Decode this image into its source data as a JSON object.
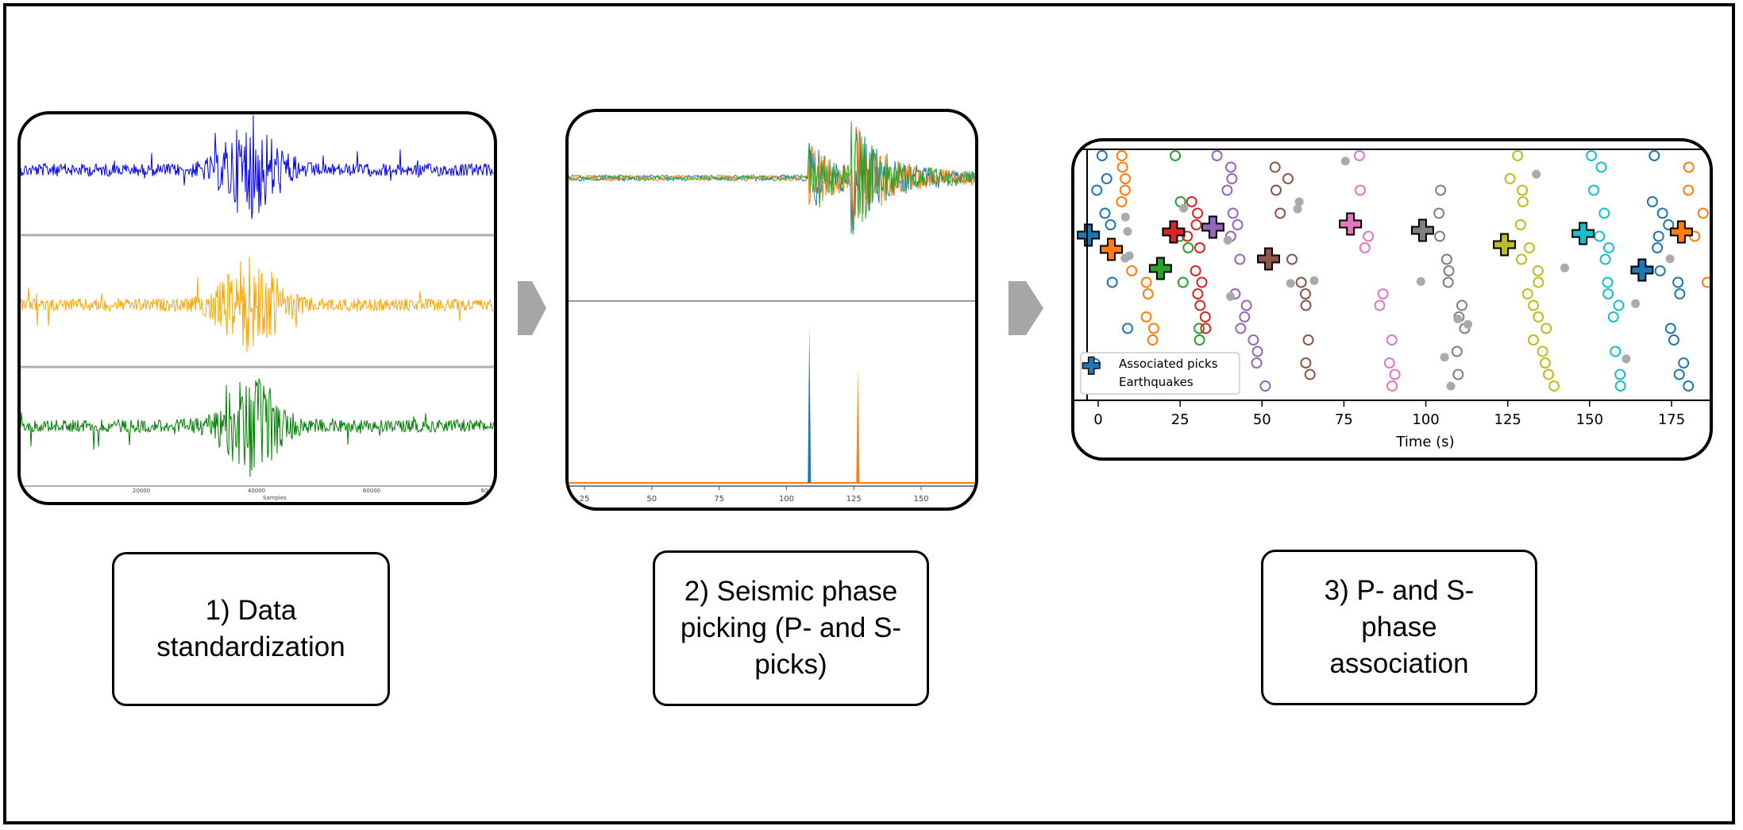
{
  "panels": {
    "standardization": {
      "x_axis_label": "Samples",
      "x_ticks": [
        "20000",
        "40000",
        "60000",
        "80"
      ],
      "trace_colors": [
        "#0000ff",
        "#ffa500",
        "#008000"
      ]
    },
    "picking": {
      "x_ticks": [
        "25",
        "50",
        "75",
        "100",
        "125",
        "150"
      ],
      "trace_colors": [
        "#1f77b4",
        "#ff7f0e",
        "#2ca02c"
      ],
      "pick_colors": [
        "#1f77b4",
        "#ff7f0e"
      ]
    },
    "association": {
      "x_axis_label": "Time (s)",
      "x_ticks": [
        "0",
        "25",
        "50",
        "75",
        "100",
        "125",
        "150",
        "175"
      ],
      "legend": {
        "picks_label": "Associated picks",
        "quakes_label": "Earthquakes"
      },
      "event_colors": [
        "#1f77b4",
        "#ff7f0e",
        "#2ca02c",
        "#d62728",
        "#9467bd",
        "#8c564b",
        "#e377c2",
        "#7f7f7f",
        "#bcbd22",
        "#17becf"
      ],
      "unassociated_color": "#aaaaaa"
    }
  },
  "steps": [
    {
      "label": "1) Data\nstandardization"
    },
    {
      "label": "2) Seismic phase\npicking (P- and S-\npicks)"
    },
    {
      "label": "3) P- and S-\nphase\nassociation"
    }
  ],
  "arrow_color": "#a6a6a6"
}
